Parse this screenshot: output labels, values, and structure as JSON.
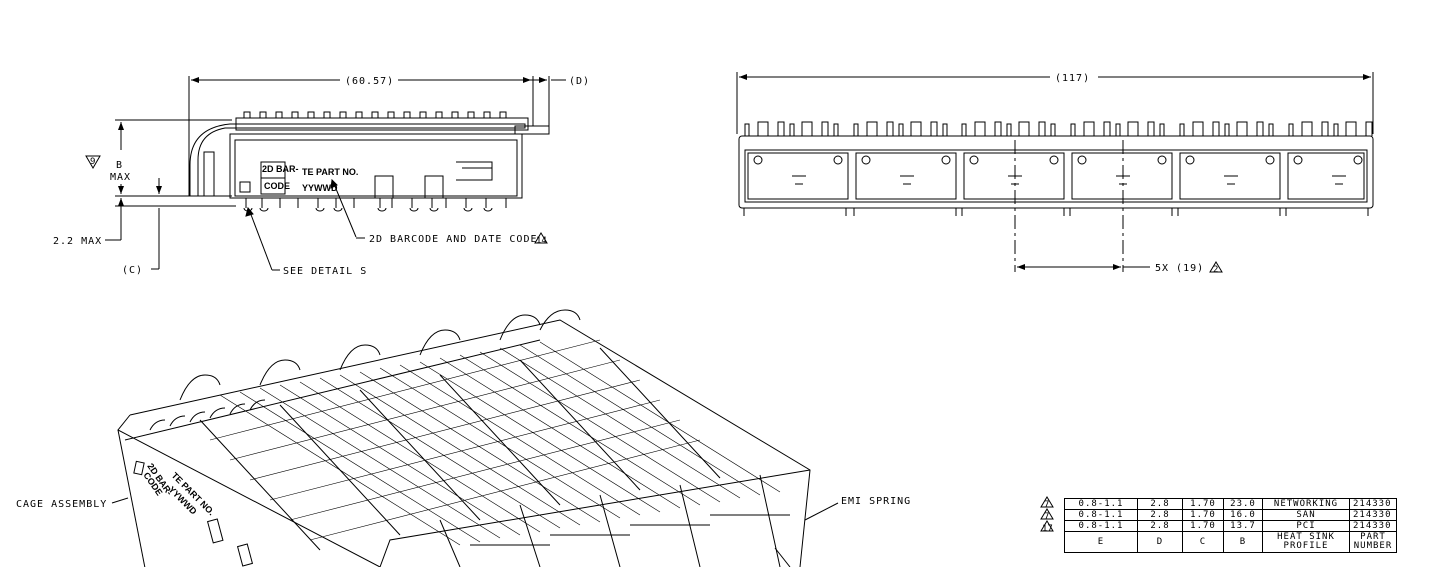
{
  "side_view": {
    "dim_width": "(60.57)",
    "dim_d": "(D)",
    "dim_b_flag": "9",
    "dim_b": "B",
    "dim_b_max": "MAX",
    "dim_min": "2.2 MAX",
    "dim_c": "(C)",
    "see_detail": "SEE DETAIL  S",
    "barcode_note": "2D BARCODE AND DATE CODE",
    "barcode_flag": "14",
    "label_2d_line1": "2D BAR-",
    "label_2d_line2": "CODE",
    "label_te_part": "TE PART NO.",
    "label_yywwd": "YYWWD"
  },
  "front_view": {
    "dim_overall": "(117)",
    "dim_pitch": "5X (19)",
    "dim_pitch_flag": "2"
  },
  "iso_view": {
    "cage_assembly": "CAGE ASSEMBLY",
    "emi_spring": "EMI SPRING",
    "iso_2d_line1": "2D BAR-",
    "iso_2d_line2": "CODE",
    "iso_te_part": "TE PART NO.",
    "iso_yywwd": "YYWWD"
  },
  "table": {
    "rows": [
      {
        "flag": "7",
        "e": "0.8-1.1",
        "d": "2.8",
        "c": "1.70",
        "b": "23.0",
        "profile": "NETWORKING",
        "part": "214330"
      },
      {
        "flag": "7",
        "e": "0.8-1.1",
        "d": "2.8",
        "c": "1.70",
        "b": "16.0",
        "profile": "SAN",
        "part": "214330"
      },
      {
        "flag": "17",
        "e": "0.8-1.1",
        "d": "2.8",
        "c": "1.70",
        "b": "13.7",
        "profile": "PCI",
        "part": "214330"
      }
    ],
    "header": {
      "e": "E",
      "d": "D",
      "c": "C",
      "b": "B",
      "profile_1": "HEAT SINK",
      "profile_2": "PROFILE",
      "part_1": "PART",
      "part_2": "NUMBER"
    }
  }
}
